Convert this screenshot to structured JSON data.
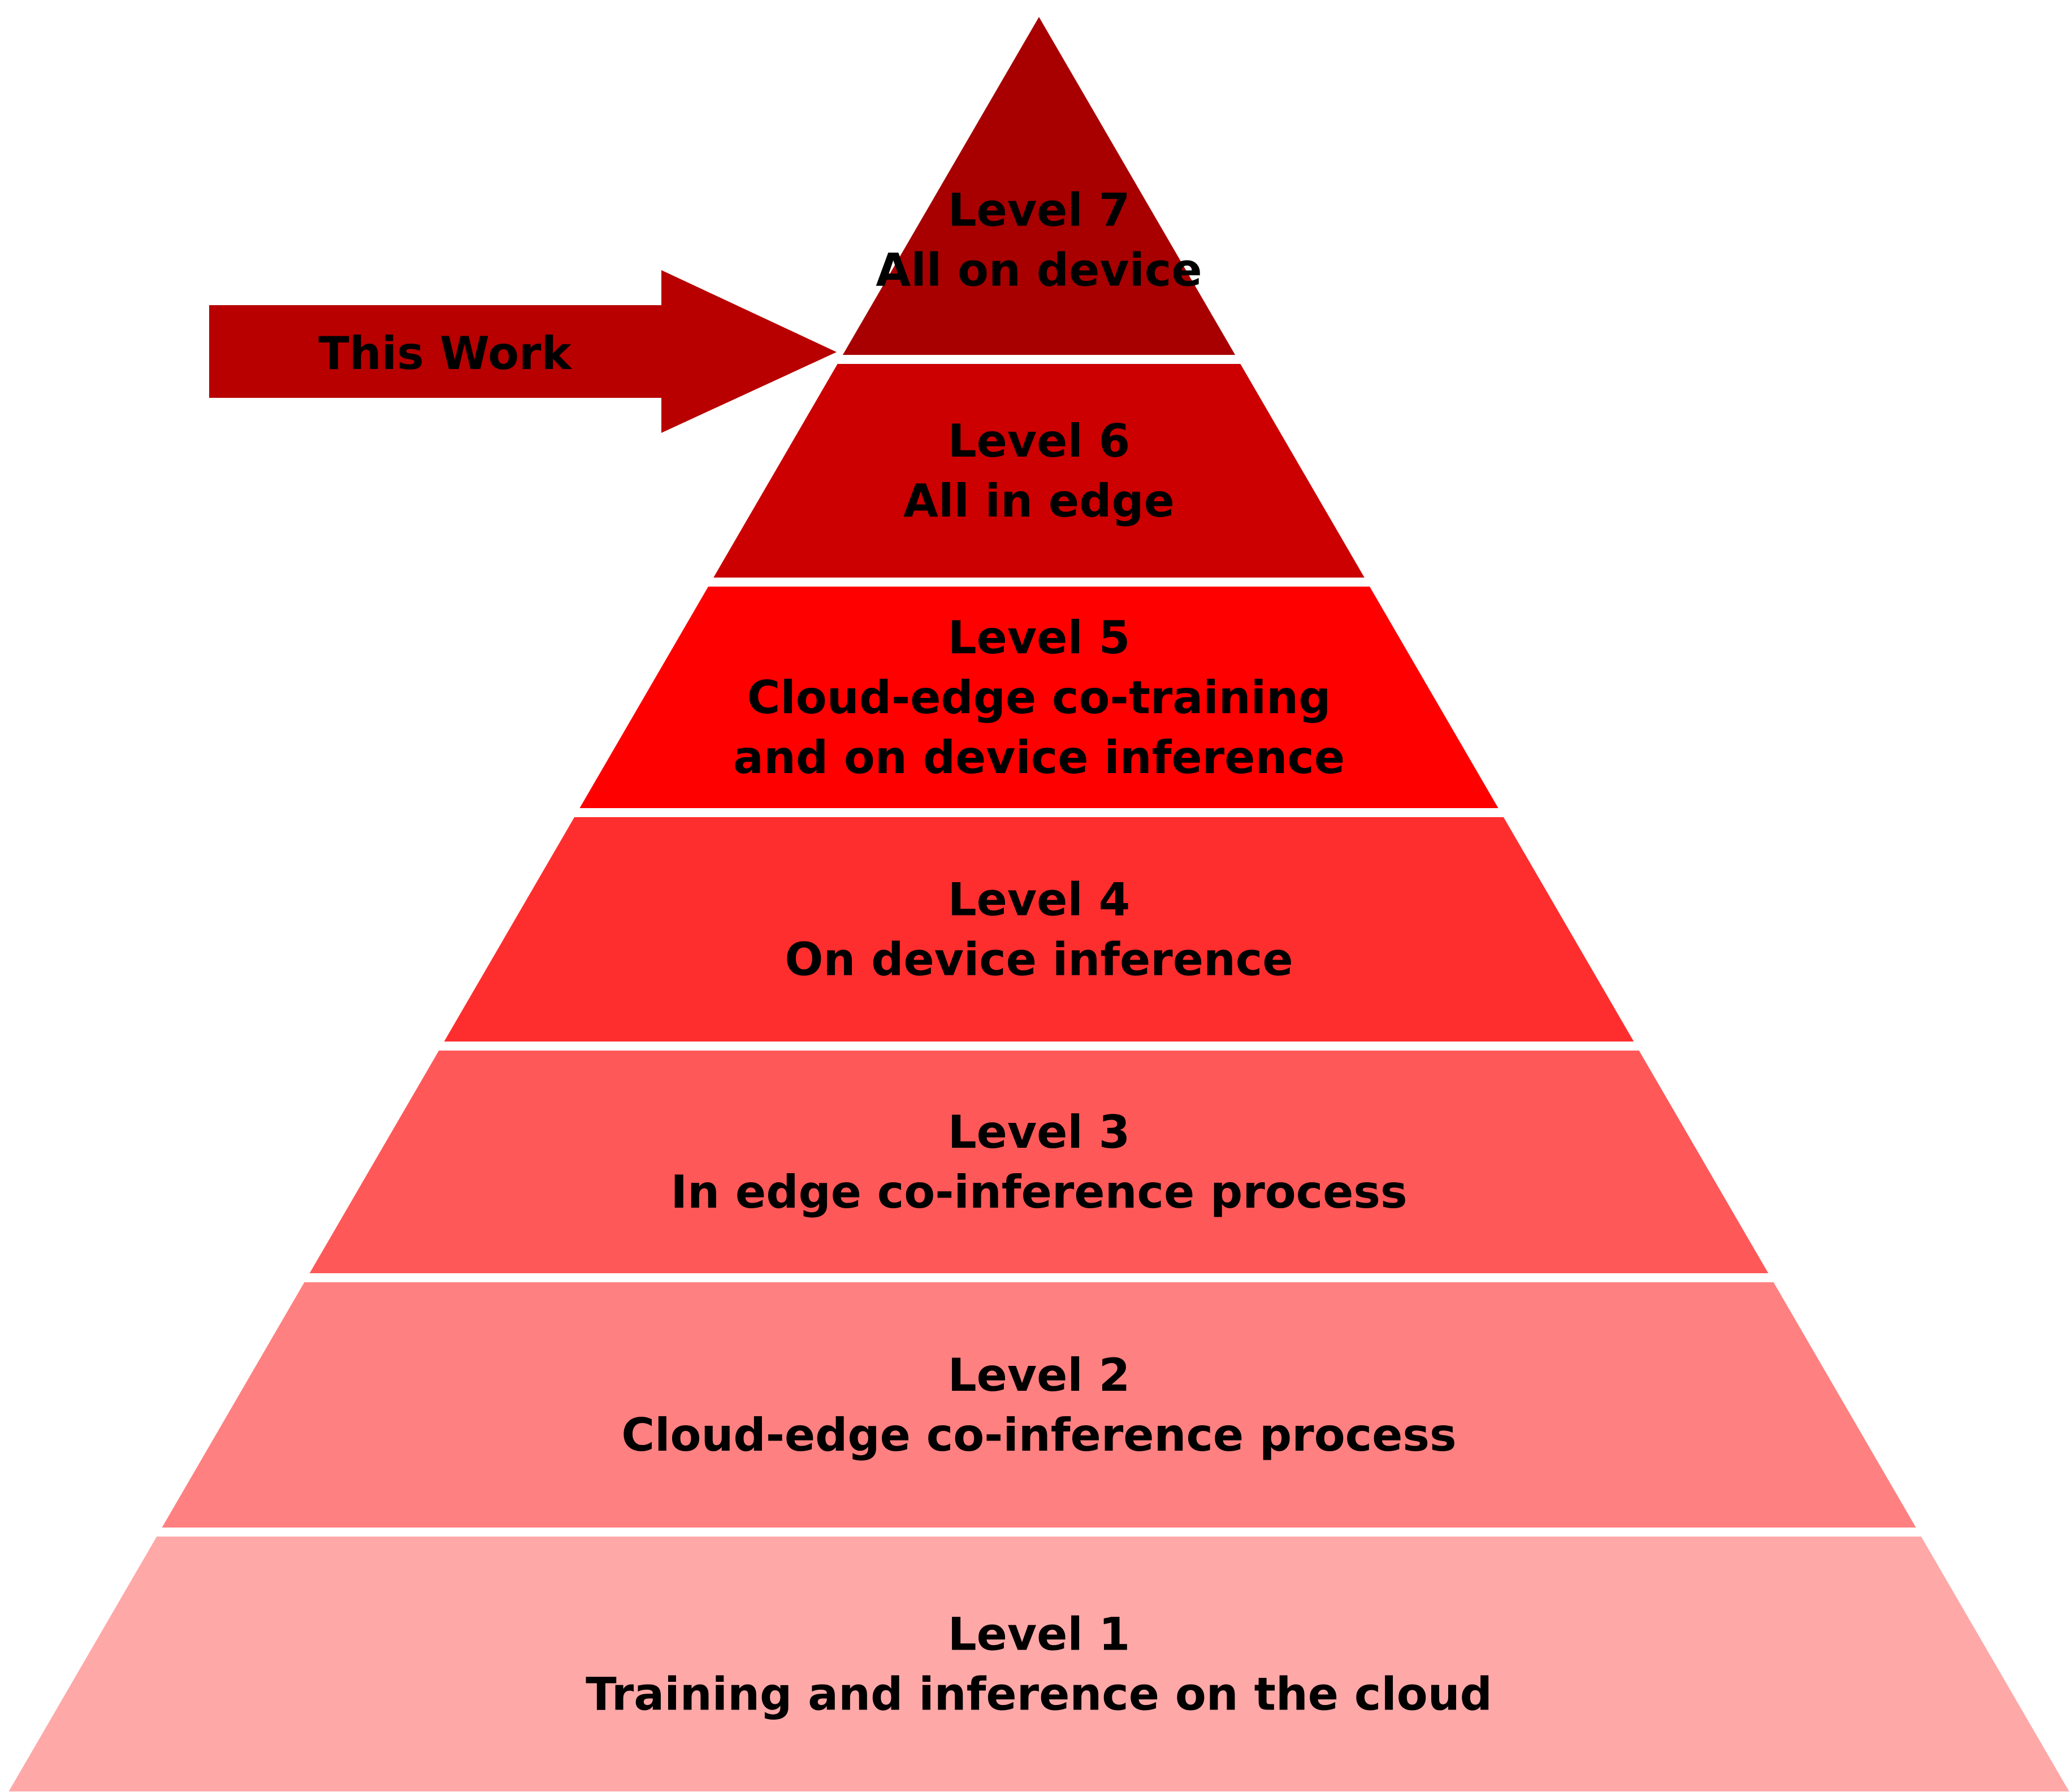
{
  "arrow": {
    "label": "This Work",
    "color": "#B80000"
  },
  "levels": [
    {
      "title": "Level 7",
      "lines": [
        "All on device"
      ],
      "color": "#A80000"
    },
    {
      "title": "Level 6",
      "lines": [
        "All in edge"
      ],
      "color": "#CC0000"
    },
    {
      "title": "Level 5",
      "lines": [
        "Cloud-edge co-training",
        "and on device inference"
      ],
      "color": "#FF0000"
    },
    {
      "title": "Level 4",
      "lines": [
        "On device inference"
      ],
      "color": "#FF2E2E"
    },
    {
      "title": "Level 3",
      "lines": [
        "In edge co-inference process"
      ],
      "color": "#FF5858"
    },
    {
      "title": "Level 2",
      "lines": [
        "Cloud-edge co-inference process"
      ],
      "color": "#FF8080"
    },
    {
      "title": "Level 1",
      "lines": [
        "Training and inference on the cloud"
      ],
      "color": "#FFA8A8"
    }
  ]
}
